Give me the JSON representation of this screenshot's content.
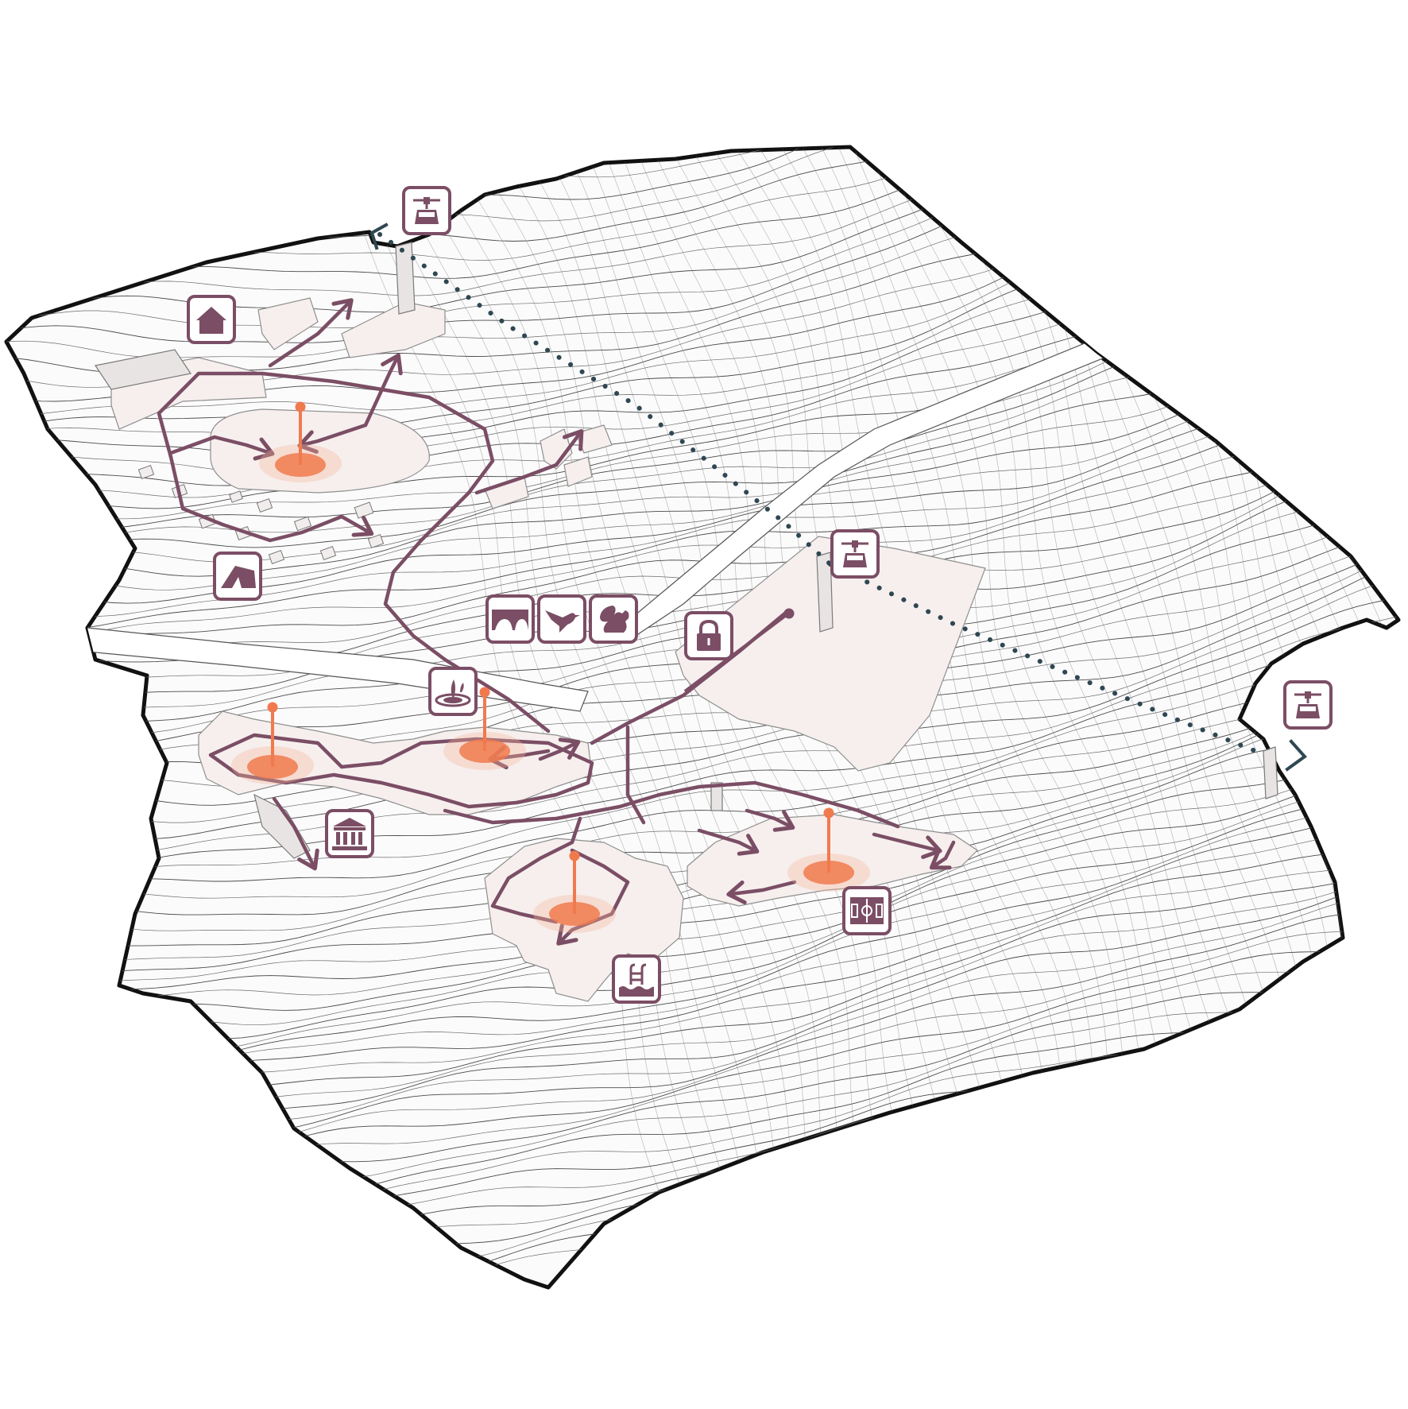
{
  "colors": {
    "route": "#7b4e65",
    "hotspot": "#f07a4e",
    "hotspot_light": "#f7b79c",
    "cable": "#2f4752",
    "boundary": "#111111",
    "icon_fill": "#7b4e65"
  },
  "icons": [
    {
      "id": "cable-car-top",
      "icon": "cable-car-icon"
    },
    {
      "id": "house",
      "icon": "house-icon"
    },
    {
      "id": "tent",
      "icon": "tent-icon"
    },
    {
      "id": "bridge",
      "icon": "bridge-icon"
    },
    {
      "id": "bird",
      "icon": "hummingbird-icon"
    },
    {
      "id": "squirrel",
      "icon": "squirrel-icon"
    },
    {
      "id": "lock",
      "icon": "lock-icon"
    },
    {
      "id": "cable-car-middle",
      "icon": "cable-car-icon"
    },
    {
      "id": "cable-car-right",
      "icon": "cable-car-icon"
    },
    {
      "id": "fountain",
      "icon": "fountain-icon"
    },
    {
      "id": "museum",
      "icon": "museum-icon"
    },
    {
      "id": "pool",
      "icon": "pool-icon"
    },
    {
      "id": "football-field",
      "icon": "football-field-icon"
    }
  ],
  "hotspots": [
    {
      "id": "plaza-north"
    },
    {
      "id": "plaza-west"
    },
    {
      "id": "plaza-center"
    },
    {
      "id": "plaza-pool"
    },
    {
      "id": "plaza-sports"
    }
  ]
}
